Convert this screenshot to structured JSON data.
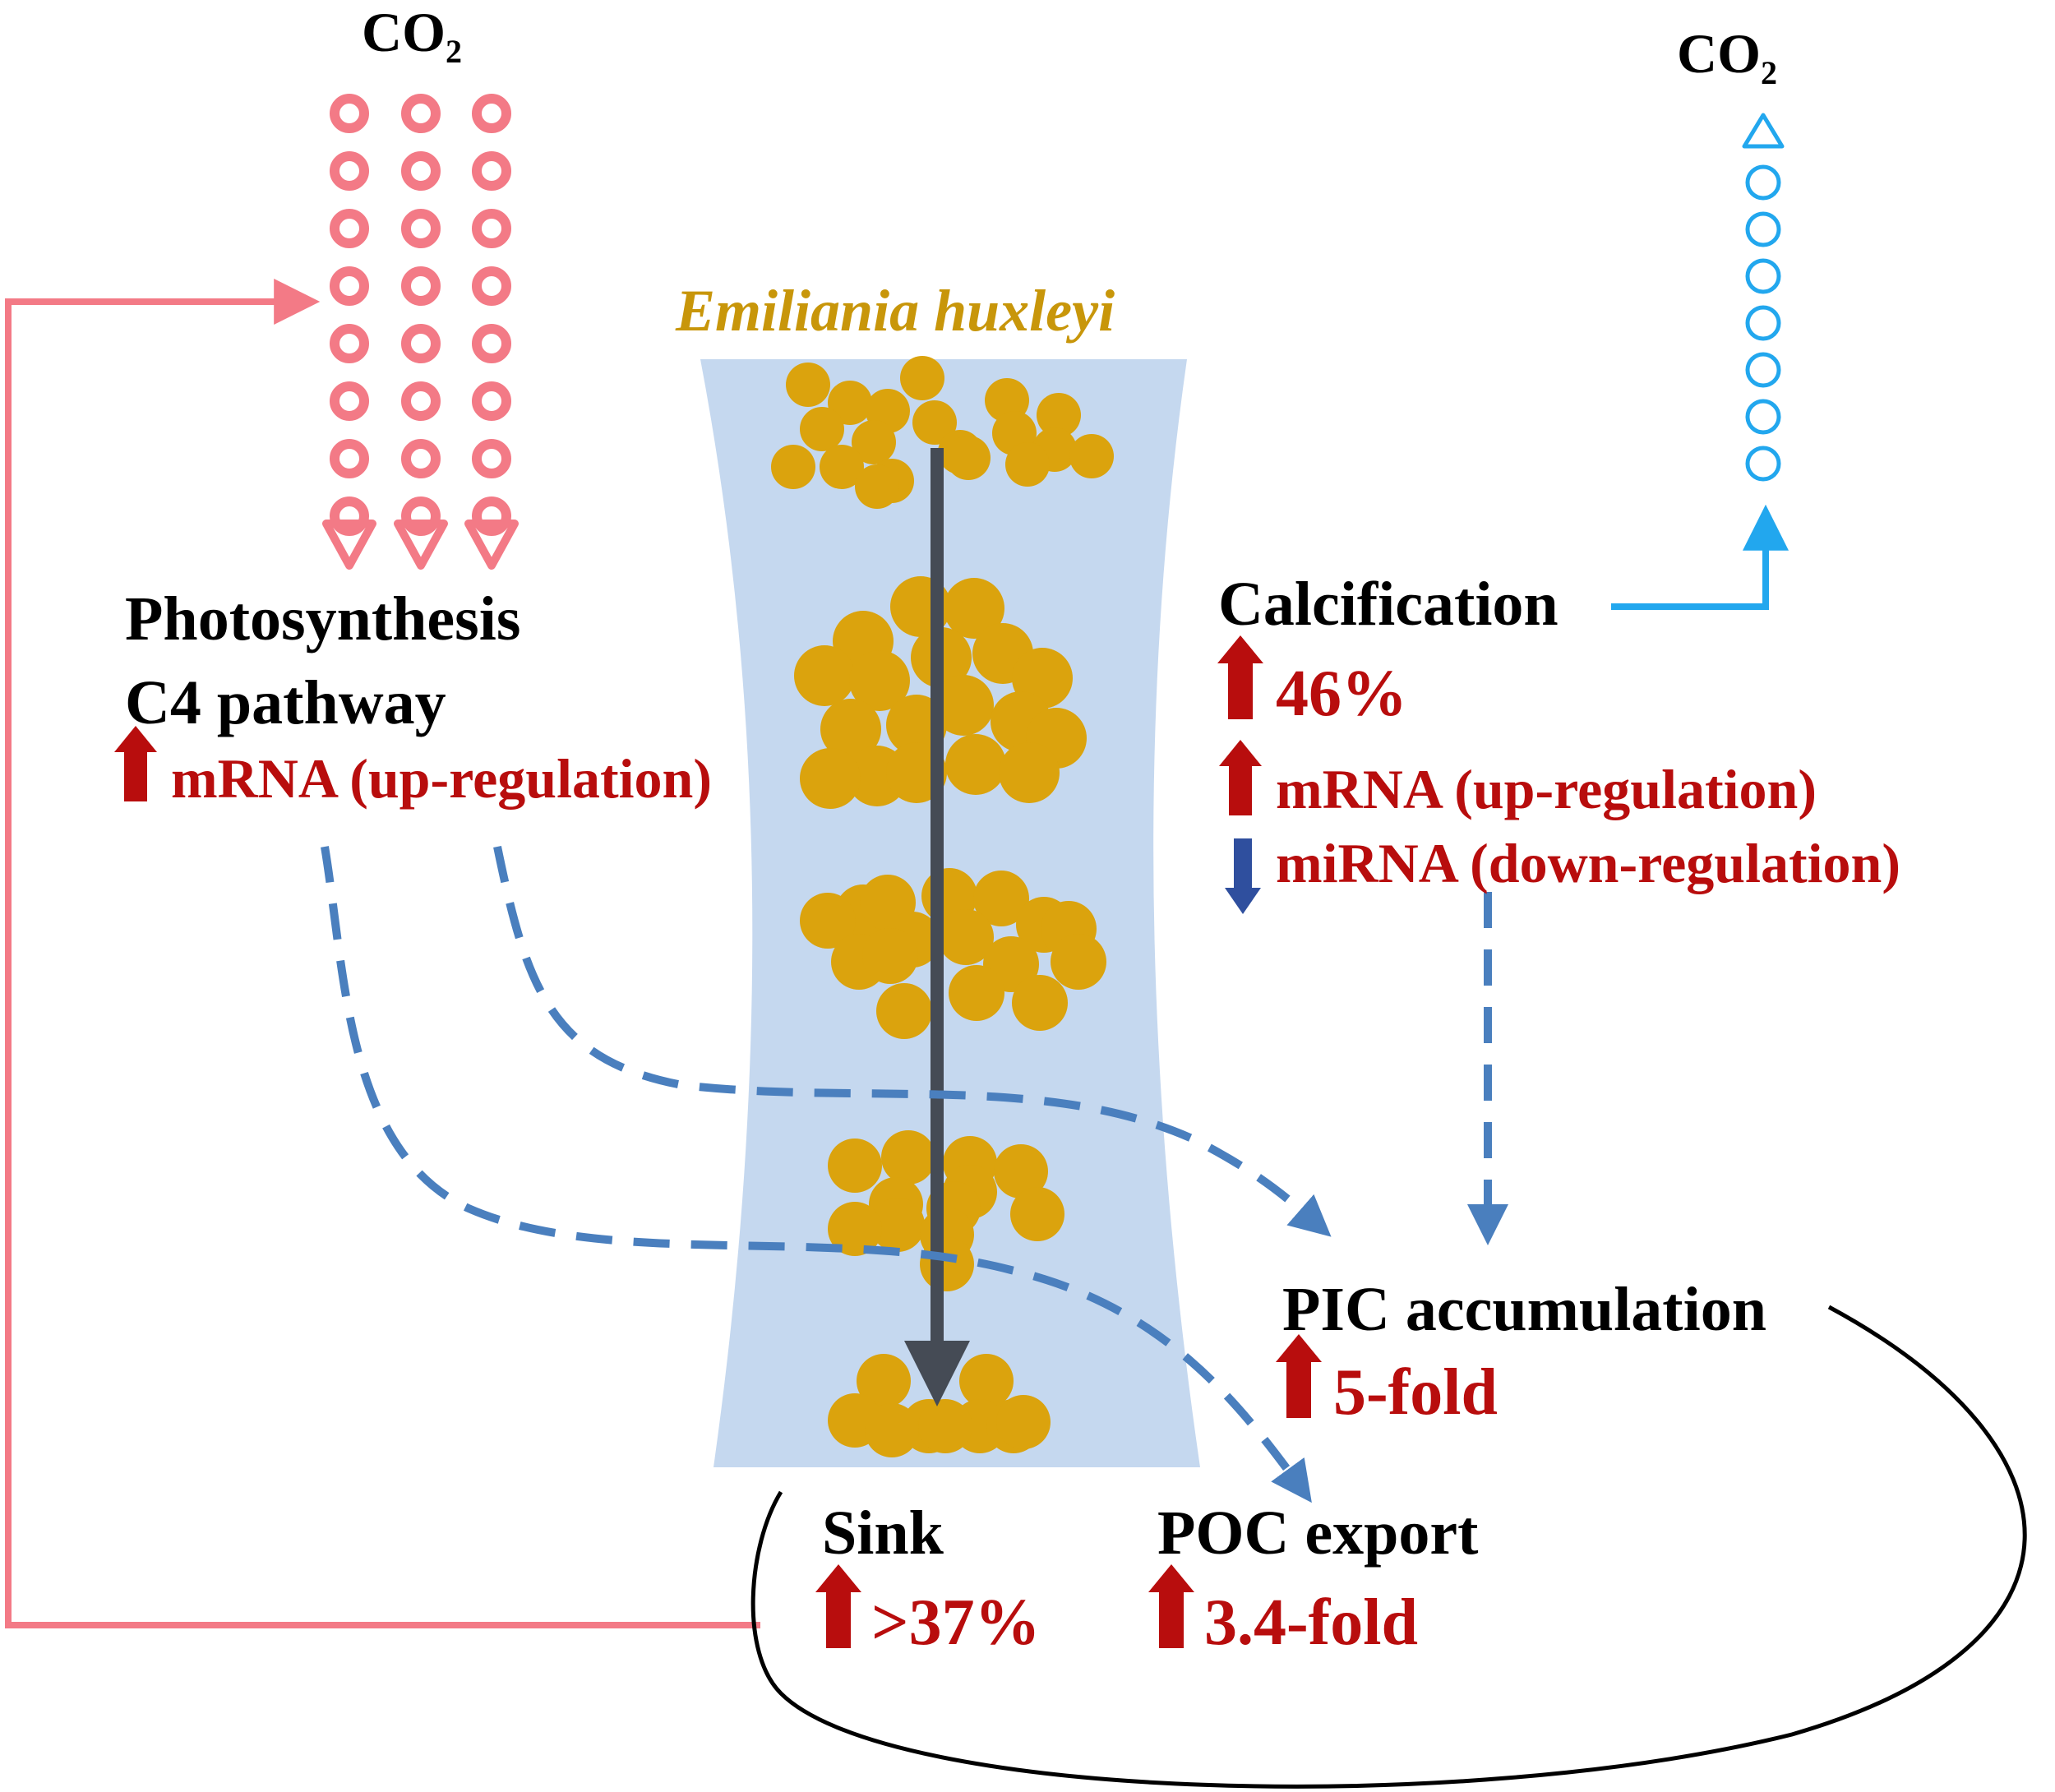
{
  "species": "Emiliania huxleyi",
  "co2_left": {
    "main": "CO",
    "sub": "2"
  },
  "co2_right": {
    "main": "CO",
    "sub": "2"
  },
  "photosynthesis": {
    "title": "Photosynthesis",
    "subtitle": "C4 pathway",
    "mrna": "mRNA (up-regulation)"
  },
  "calcification": {
    "title": "Calcification",
    "value": "46%",
    "mrna": "mRNA (up-regulation)",
    "mirna": "miRNA (down-regulation)"
  },
  "pic": {
    "title": "PIC accumulation",
    "value": "5-fold"
  },
  "sink": {
    "title": "Sink",
    "value": ">37%"
  },
  "poc": {
    "title": "POC export",
    "value": "3.4-fold"
  },
  "colors": {
    "co2_in": "#f37a86",
    "co2_out": "#22a7ee",
    "water_column": "#c5d8ef",
    "cells": "#dba30d",
    "up_arrow": "#b80d0d",
    "down_arrow": "#2f4f9e",
    "dashed_flow": "#4a7fbe",
    "sinking_arrow": "#454b55"
  },
  "icons": [
    "up-arrow-icon",
    "down-arrow-icon",
    "co2-bubble-icon",
    "coccolith-cell-icon"
  ]
}
